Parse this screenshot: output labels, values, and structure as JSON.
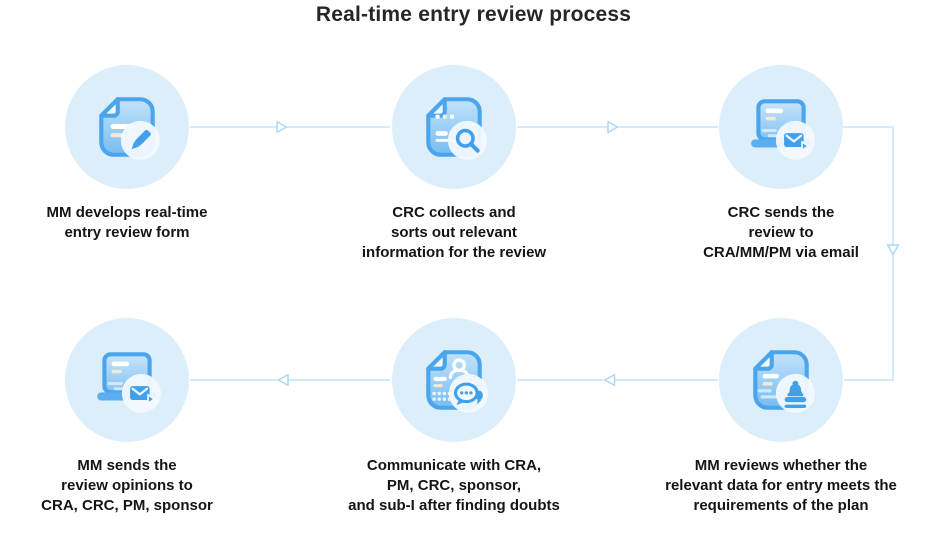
{
  "title": "Real-time entry review process",
  "rows": [
    {
      "steps": [
        {
          "icon": "document-pencil-icon",
          "label": "MM develops real-time\nentry review form"
        },
        {
          "icon": "document-search-icon",
          "label": "CRC collects and\nsorts out relevant\ninformation for the review"
        },
        {
          "icon": "laptop-email-icon",
          "label": "CRC sends the\nreview to\nCRA/MM/PM via email"
        }
      ]
    },
    {
      "steps": [
        {
          "icon": "laptop-email-icon",
          "label": "MM sends the\nreview opinions to\nCRA, CRC, PM, sponsor"
        },
        {
          "icon": "document-chat-icon",
          "label": "Communicate with CRA,\nPM, CRC, sponsor,\nand sub-I after finding doubts"
        },
        {
          "icon": "document-stamp-icon",
          "label": "MM reviews whether the\nrelevant data for entry meets the\nrequirements of the plan"
        }
      ]
    }
  ],
  "colors": {
    "background": "#ffffff",
    "title_text": "#262626",
    "label_text": "#151515",
    "bubble_background": "#ddeefb",
    "icon_blue": "#41a0eb",
    "icon_stroke_blue": "#4aa5ed",
    "connector_line": "#c6e4f8"
  }
}
